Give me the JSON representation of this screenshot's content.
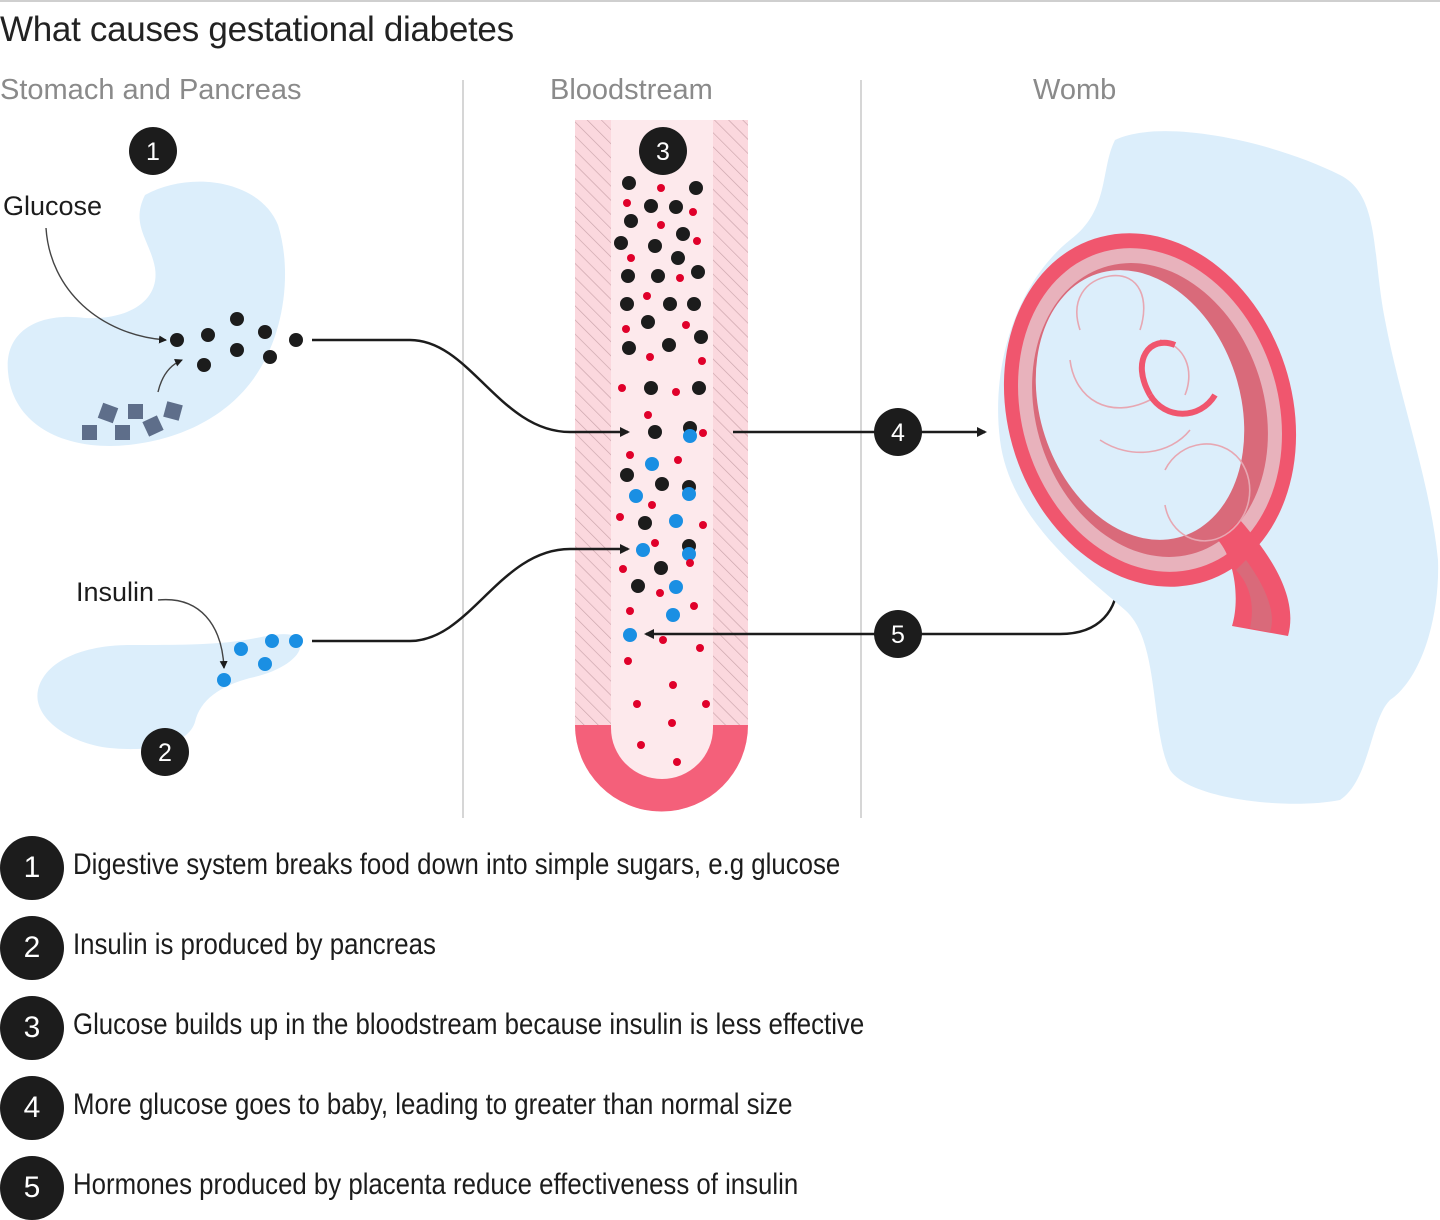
{
  "title": "What causes gestational diabetes",
  "columns": [
    "Stomach and Pancreas",
    "Bloodstream",
    "Womb"
  ],
  "labels": {
    "glucose": "Glucose",
    "insulin": "Insulin"
  },
  "badges": [
    "1",
    "2",
    "3",
    "4",
    "5"
  ],
  "legend": [
    {
      "num": "1",
      "text": "Digestive system breaks food down into simple sugars, e.g glucose"
    },
    {
      "num": "2",
      "text": "Insulin is produced by pancreas"
    },
    {
      "num": "3",
      "text": "Glucose builds up in the bloodstream because insulin is less effective"
    },
    {
      "num": "4",
      "text": "More glucose goes to baby, leading to greater than normal size"
    },
    {
      "num": "5",
      "text": "Hormones produced by placenta reduce effectiveness of insulin"
    }
  ],
  "colors": {
    "organ_fill": "#dceefb",
    "glucose_dot": "#1c1c1c",
    "insulin_dot": "#1a8fe3",
    "blood_cell": "#e0002a",
    "vessel_wall": "#fbd5dc",
    "vessel_inner": "#fde9ec",
    "womb_red": "#f0566e",
    "placenta": "#d96a7a",
    "food_block": "#5e6e8a"
  }
}
